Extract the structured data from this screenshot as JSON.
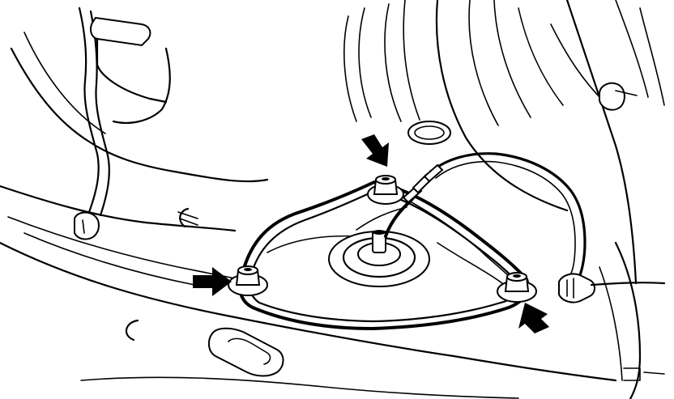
{
  "figure": {
    "type": "line-drawing",
    "subject": "strut-mount-three-nuts",
    "arrows": [
      {
        "target": "top-nut",
        "direction": "down-right"
      },
      {
        "target": "left-nut",
        "direction": "right"
      },
      {
        "target": "right-nut",
        "direction": "up-right"
      }
    ],
    "colors": {
      "line": "#000000",
      "background": "#ffffff"
    }
  }
}
